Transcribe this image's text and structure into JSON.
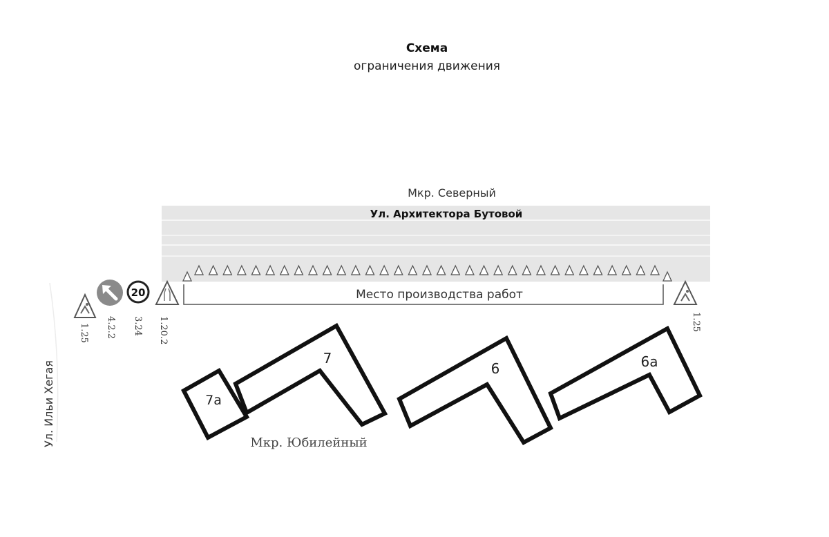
{
  "header": {
    "title": "Схема",
    "subtitle": "ограничения движения"
  },
  "labels": {
    "district_north": "Мкр. Северный",
    "street_main": "Ул. Архитектора Бутовой",
    "work_zone": "Место производства работ",
    "district_south": "Мкр. Юбилейный",
    "street_side": "Ул. Ильи Хегая"
  },
  "signs": {
    "left_road_works": "1.25",
    "keep_left": "4.2.2",
    "speed_limit": "20",
    "speed_limit_code": "3.24",
    "narrowing": "1.20.2",
    "right_road_works": "1.25"
  },
  "buildings": {
    "b7a": "7а",
    "b7": "7",
    "b6": "6",
    "b6a": "6а"
  },
  "colors": {
    "road": "#e6e6e6",
    "lane_marking": "#f7f7f7",
    "outline": "#111111",
    "sign_circle": "#8a8a8a"
  }
}
